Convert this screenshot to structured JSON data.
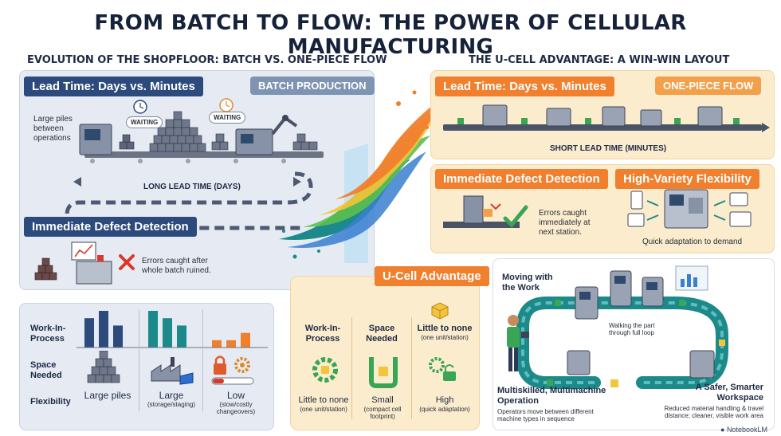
{
  "title": "FROM BATCH TO FLOW: THE POWER OF CELLULAR MANUFACTURING",
  "left_heading": "EVOLUTION OF THE SHOPFLOOR: BATCH VS. ONE-PIECE FLOW",
  "right_heading": "THE U-CELL ADVANTAGE: A WIN-WIN LAYOUT",
  "batch": {
    "lead_time_label": "Lead Time: Days vs. Minutes",
    "mode_label": "BATCH PRODUCTION",
    "piles_note": "Large piles between operations",
    "waiting_1": "WAITING",
    "waiting_2": "WAITING",
    "lead_time_caption": "LONG LEAD TIME (DAYS)",
    "defect_label": "Immediate Defect Detection",
    "defect_note": "Errors caught after whole batch ruined."
  },
  "batch_metrics": {
    "row_labels": [
      "Work-In-Process",
      "Space Needed",
      "Flexibility"
    ],
    "values": [
      {
        "main": "Large piles",
        "sub": ""
      },
      {
        "main": "Large",
        "sub": "(storage/staging)"
      },
      {
        "main": "Low",
        "sub": "(slow/costly changeovers)"
      }
    ]
  },
  "flow": {
    "lead_time_label": "Lead Time: Days vs. Minutes",
    "mode_label": "ONE-PIECE FLOW",
    "lead_time_caption": "SHORT LEAD TIME (MINUTES)",
    "defect_label": "Immediate Defect Detection",
    "defect_note": "Errors caught immediately at next station.",
    "flex_label": "High-Variety Flexibility",
    "flex_note": "Quick adaptation to demand"
  },
  "ucell": {
    "label": "U-Cell Advantage",
    "col_heads": [
      {
        "main": "Work-In-Process",
        "sub": ""
      },
      {
        "main": "Space Needed",
        "sub": ""
      },
      {
        "main": "Little to none",
        "sub": "(one unit/station)"
      }
    ],
    "col_values": [
      {
        "main": "Little to none",
        "sub": "(one unit/station)"
      },
      {
        "main": "Small",
        "sub": "(compact cell footprint)"
      },
      {
        "main": "High",
        "sub": "(quick adaptation)"
      }
    ]
  },
  "cell_diagram": {
    "moving_label": "Moving with the Work",
    "walking_note": "Walking the part through full loop",
    "multiskill_label": "Multiskilled, Multimachine Operation",
    "multiskill_note": "Operators move between different machine types in sequence",
    "safer_label": "A Safer, Smarter Workspace",
    "safer_note": "Reduced material handling & travel distance; cleaner, visible work area"
  },
  "brand": "NotebookLM",
  "chart_data": {
    "type": "bar",
    "categories": [
      "Work-In-Process",
      "Space Needed",
      "Flexibility"
    ],
    "series": [
      {
        "values": [
          4,
          5,
          3
        ]
      },
      {
        "values": [
          5,
          4,
          3
        ]
      },
      {
        "values": [
          1,
          1,
          2
        ]
      }
    ]
  },
  "colors": {
    "navy": "#2d4a7c",
    "orange": "#f07f2e",
    "blue_panel": "#e6ebf3",
    "cream_panel": "#fbeccd",
    "teal": "#1c8a8a",
    "green": "#3aa655",
    "red": "#d9392b"
  }
}
